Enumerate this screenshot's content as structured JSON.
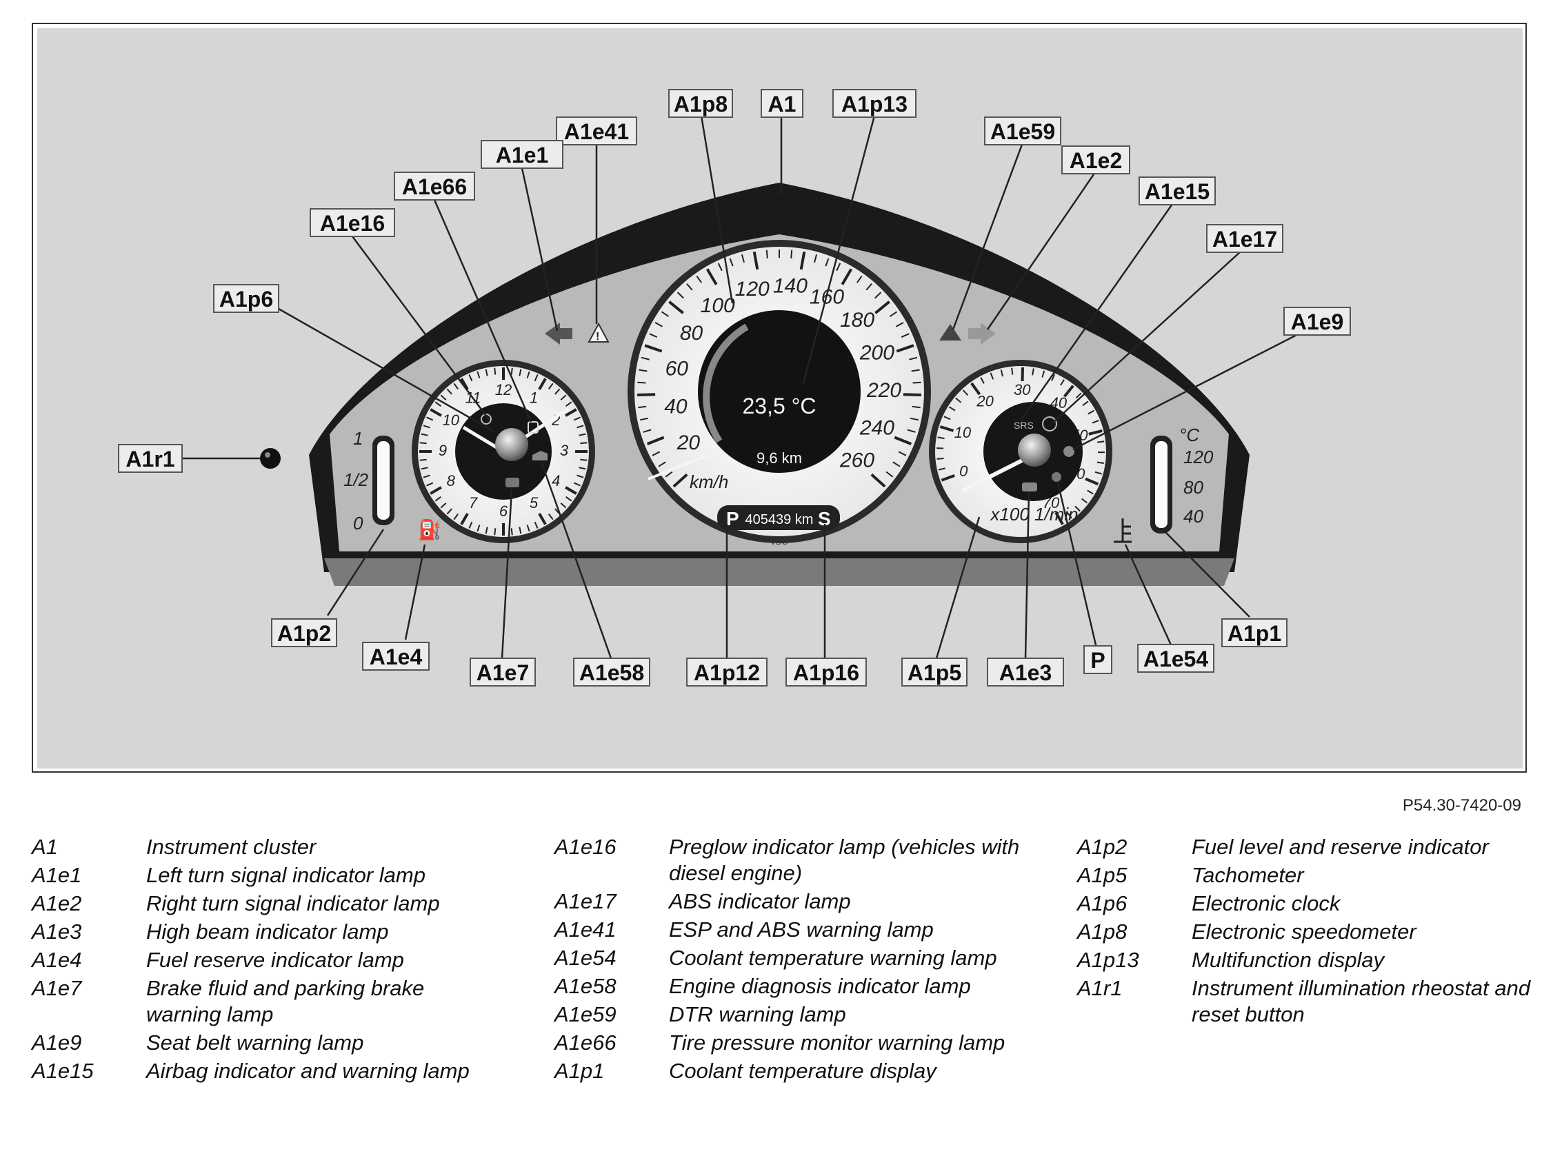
{
  "figure_code": "P54.30-7420-09",
  "callouts": {
    "A1": "A1",
    "A1p8": "A1p8",
    "A1p13": "A1p13",
    "A1e41": "A1e41",
    "A1e1": "A1e1",
    "A1e66": "A1e66",
    "A1e16": "A1e16",
    "A1p6": "A1p6",
    "A1r1": "A1r1",
    "A1p2": "A1p2",
    "A1e4": "A1e4",
    "A1e7": "A1e7",
    "A1e58": "A1e58",
    "A1p12": "A1p12",
    "A1p16": "A1p16",
    "A1p5": "A1p5",
    "A1e3": "A1e3",
    "P": "P",
    "A1e54": "A1e54",
    "A1p1": "A1p1",
    "A1e59": "A1e59",
    "A1e2": "A1e2",
    "A1e15": "A1e15",
    "A1e17": "A1e17",
    "A1e9": "A1e9"
  },
  "gauges": {
    "clock_numbers": [
      "12",
      "1",
      "2",
      "3",
      "4",
      "5",
      "6",
      "7",
      "8",
      "9",
      "10",
      "11"
    ],
    "speed_numbers": [
      "20",
      "40",
      "60",
      "80",
      "100",
      "120",
      "140",
      "160",
      "180",
      "200",
      "220",
      "240",
      "260"
    ],
    "speed_unit": "km/h",
    "tach_numbers": [
      "0",
      "10",
      "20",
      "30",
      "40",
      "50",
      "60",
      "70"
    ],
    "tach_unit": "x100 1/min",
    "display_temp": "23,5 °C",
    "display_distance": "9,6 km",
    "odometer": "405439 km",
    "odo_left_letter": "P",
    "odo_right_letter": "S",
    "brand": "VDO",
    "fuel_scale": [
      "1",
      "1/2",
      "0"
    ],
    "temp_scale": [
      "°C",
      "120",
      "80",
      "40"
    ]
  },
  "legend": {
    "col1": [
      {
        "code": "A1",
        "desc": "Instrument cluster"
      },
      {
        "code": "A1e1",
        "desc": "Left turn signal indicator lamp"
      },
      {
        "code": "A1e2",
        "desc": "Right turn signal indicator lamp"
      },
      {
        "code": "A1e3",
        "desc": "High beam indicator lamp"
      },
      {
        "code": "A1e4",
        "desc": "Fuel reserve indicator lamp"
      },
      {
        "code": "A1e7",
        "desc": "Brake fluid and parking brake warning lamp"
      },
      {
        "code": "A1e9",
        "desc": "Seat belt warning lamp"
      },
      {
        "code": "A1e15",
        "desc": "Airbag indicator and warning lamp"
      }
    ],
    "col2": [
      {
        "code": "A1e16",
        "desc": "Preglow indicator lamp (vehicles with diesel engine)"
      },
      {
        "code": "A1e17",
        "desc": "ABS indicator lamp"
      },
      {
        "code": "A1e41",
        "desc": "ESP and ABS warning lamp"
      },
      {
        "code": "A1e54",
        "desc": "Coolant temperature warning lamp"
      },
      {
        "code": "A1e58",
        "desc": "Engine diagnosis indicator lamp"
      },
      {
        "code": "A1e59",
        "desc": "DTR warning lamp"
      },
      {
        "code": "A1e66",
        "desc": "Tire pressure monitor warning lamp"
      },
      {
        "code": "A1p1",
        "desc": "Coolant temperature display"
      }
    ],
    "col3": [
      {
        "code": "A1p2",
        "desc": "Fuel level and reserve indicator"
      },
      {
        "code": "A1p5",
        "desc": "Tachometer"
      },
      {
        "code": "A1p6",
        "desc": "Electronic clock"
      },
      {
        "code": "A1p8",
        "desc": "Electronic speedometer"
      },
      {
        "code": "A1p13",
        "desc": "Multifunction display"
      },
      {
        "code": "A1r1",
        "desc": "Instrument illumination rheostat and reset button"
      }
    ]
  }
}
